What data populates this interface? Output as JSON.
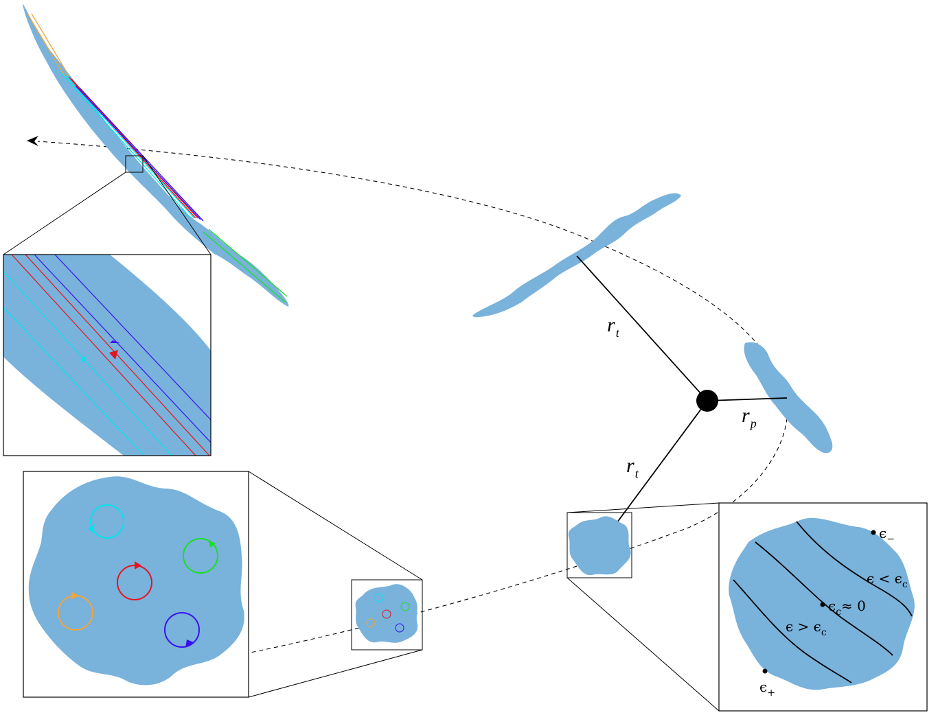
{
  "colors": {
    "star_fill": "#79b2db",
    "orbit": "#000000",
    "frame": "#000000",
    "black_hole": "#000000",
    "cyan": "#00e5ef",
    "red": "#e4141e",
    "blue": "#3a10ee",
    "green": "#19e021",
    "orange": "#f0a63b"
  },
  "labels": {
    "rt_upper": {
      "main": "r",
      "sub": "t"
    },
    "rp": {
      "main": "r",
      "sub": "p"
    },
    "rt_lower": {
      "main": "r",
      "sub": "t"
    }
  },
  "energy": {
    "minus": {
      "sym": "ϵ",
      "sub": "−"
    },
    "plus": {
      "sym": "ϵ",
      "sub": "+"
    },
    "less": {
      "sym": "ϵ",
      "op": " < ϵ",
      "sub": "c"
    },
    "zero": {
      "sym": "ϵ",
      "sub": "c",
      "op": "≈ 0"
    },
    "greater": {
      "sym": "ϵ",
      "op": " > ϵ",
      "sub": "c"
    }
  },
  "icons": [
    "black-hole-icon",
    "arrowhead-icon"
  ]
}
